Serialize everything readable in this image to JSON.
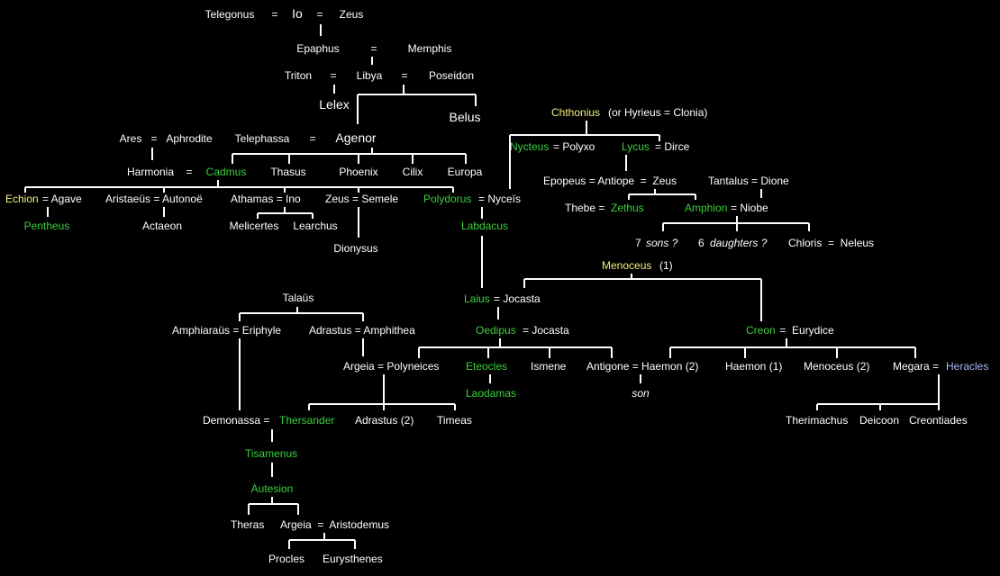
{
  "colors": {
    "background": "#000000",
    "default": "#ffffff",
    "green": "#3ccf3c",
    "yellow": "#f0f07a",
    "blue": "#a8b4f0"
  },
  "labels": [
    {
      "id": "telegonus",
      "text": "Telegonus",
      "color": "default"
    },
    {
      "id": "eq-telegonus-io",
      "text": "=",
      "color": "default"
    },
    {
      "id": "io",
      "text": "Io",
      "color": "default",
      "size": "lg"
    },
    {
      "id": "eq-io-zeus",
      "text": "=",
      "color": "default"
    },
    {
      "id": "zeus-top",
      "text": "Zeus",
      "color": "default"
    },
    {
      "id": "epaphus",
      "text": "Epaphus",
      "color": "default"
    },
    {
      "id": "eq-epaphus",
      "text": "=",
      "color": "default"
    },
    {
      "id": "memphis",
      "text": "Memphis",
      "color": "default"
    },
    {
      "id": "triton",
      "text": "Triton",
      "color": "default"
    },
    {
      "id": "eq-triton",
      "text": "=",
      "color": "default"
    },
    {
      "id": "libya",
      "text": "Libya",
      "color": "default"
    },
    {
      "id": "eq-libya",
      "text": "=",
      "color": "default"
    },
    {
      "id": "poseidon",
      "text": "Poseidon",
      "color": "default"
    },
    {
      "id": "lelex",
      "text": "Lelex",
      "color": "default",
      "size": "lg"
    },
    {
      "id": "belus",
      "text": "Belus",
      "color": "default",
      "size": "lg"
    },
    {
      "id": "ares",
      "text": "Ares",
      "color": "default"
    },
    {
      "id": "eq-ares",
      "text": "=",
      "color": "default"
    },
    {
      "id": "aphrodite",
      "text": "Aphrodite",
      "color": "default"
    },
    {
      "id": "telephassa",
      "text": "Telephassa",
      "color": "default"
    },
    {
      "id": "eq-telephassa",
      "text": "=",
      "color": "default"
    },
    {
      "id": "agenor",
      "text": "Agenor",
      "color": "default",
      "size": "lg"
    },
    {
      "id": "harmonia",
      "text": "Harmonia",
      "color": "default"
    },
    {
      "id": "eq-harmonia",
      "text": "=",
      "color": "default"
    },
    {
      "id": "cadmus",
      "text": "Cadmus",
      "color": "green"
    },
    {
      "id": "thasus",
      "text": "Thasus",
      "color": "default"
    },
    {
      "id": "phoenix",
      "text": "Phoenix",
      "color": "default"
    },
    {
      "id": "cilix",
      "text": "Cilix",
      "color": "default"
    },
    {
      "id": "europa",
      "text": "Europa",
      "color": "default"
    },
    {
      "id": "echion",
      "text": "Echion",
      "color": "yellow"
    },
    {
      "id": "eq-agave",
      "text": "= Agave",
      "color": "default"
    },
    {
      "id": "aristaeus",
      "text": "Aristaeüs = Autonoë",
      "color": "default"
    },
    {
      "id": "athamas",
      "text": "Athamas = Ino",
      "color": "default"
    },
    {
      "id": "zeus-semele",
      "text": "Zeus = Semele",
      "color": "default"
    },
    {
      "id": "polydorus",
      "text": "Polydorus",
      "color": "green"
    },
    {
      "id": "eq-nyceis",
      "text": "= Nyceïs",
      "color": "default"
    },
    {
      "id": "pentheus",
      "text": "Pentheus",
      "color": "green"
    },
    {
      "id": "actaeon",
      "text": "Actaeon",
      "color": "default"
    },
    {
      "id": "melicertes",
      "text": "Melicertes",
      "color": "default"
    },
    {
      "id": "learchus",
      "text": "Learchus",
      "color": "default"
    },
    {
      "id": "dionysus",
      "text": "Dionysus",
      "color": "default"
    },
    {
      "id": "labdacus",
      "text": "Labdacus",
      "color": "green"
    },
    {
      "id": "chthonius",
      "text": "Chthonius",
      "color": "yellow"
    },
    {
      "id": "hyrieus",
      "text": "(or Hyrieus = Clonia)",
      "color": "default"
    },
    {
      "id": "nycteus",
      "text": "Nycteus",
      "color": "green"
    },
    {
      "id": "eq-polyxo",
      "text": "= Polyxo",
      "color": "default"
    },
    {
      "id": "lycus",
      "text": "Lycus",
      "color": "green"
    },
    {
      "id": "eq-dirce",
      "text": "= Dirce",
      "color": "default"
    },
    {
      "id": "epopeus",
      "text": "Epopeus = Antiope  =  Zeus",
      "color": "default"
    },
    {
      "id": "tantalus",
      "text": "Tantalus = Dione",
      "color": "default"
    },
    {
      "id": "thebe",
      "text": "Thebe =",
      "color": "default"
    },
    {
      "id": "zethus",
      "text": "Zethus",
      "color": "green"
    },
    {
      "id": "amphion",
      "text": "Amphion",
      "color": "green"
    },
    {
      "id": "eq-niobe",
      "text": "= Niobe",
      "color": "default"
    },
    {
      "id": "sons-num",
      "text": "7",
      "color": "default"
    },
    {
      "id": "sons",
      "text": "sons ?",
      "color": "default",
      "style": "it"
    },
    {
      "id": "daughters-num",
      "text": "6",
      "color": "default"
    },
    {
      "id": "daughters",
      "text": "daughters ?",
      "color": "default",
      "style": "it"
    },
    {
      "id": "chloris",
      "text": "Chloris  =  Neleus",
      "color": "default"
    },
    {
      "id": "menoceus1",
      "text": "Menoceus",
      "color": "yellow"
    },
    {
      "id": "menoceus1-num",
      "text": "(1)",
      "color": "default"
    },
    {
      "id": "talaus",
      "text": "Talaüs",
      "color": "default"
    },
    {
      "id": "laius",
      "text": "Laius",
      "color": "green"
    },
    {
      "id": "eq-jocasta1",
      "text": "= Jocasta",
      "color": "default"
    },
    {
      "id": "amphiaraus",
      "text": "Amphiaraüs = Eriphyle",
      "color": "default"
    },
    {
      "id": "adrastus",
      "text": "Adrastus = Amphithea",
      "color": "default"
    },
    {
      "id": "oedipus",
      "text": "Oedipus",
      "color": "green"
    },
    {
      "id": "eq-jocasta2",
      "text": "= Jocasta",
      "color": "default"
    },
    {
      "id": "creon",
      "text": "Creon",
      "color": "green"
    },
    {
      "id": "eq-eurydice",
      "text": " =  Eurydice",
      "color": "default"
    },
    {
      "id": "argeia-poly",
      "text": "Argeia = Polyneices",
      "color": "default"
    },
    {
      "id": "eteocles",
      "text": "Eteocles",
      "color": "green"
    },
    {
      "id": "ismene",
      "text": "Ismene",
      "color": "default"
    },
    {
      "id": "antigone",
      "text": "Antigone = Haemon (2)",
      "color": "default"
    },
    {
      "id": "haemon1",
      "text": "Haemon (1)",
      "color": "default"
    },
    {
      "id": "menoceus2",
      "text": "Menoceus (2)",
      "color": "default"
    },
    {
      "id": "megara",
      "text": "Megara =",
      "color": "default"
    },
    {
      "id": "heracles",
      "text": "Heracles",
      "color": "blue"
    },
    {
      "id": "laodamas",
      "text": "Laodamas",
      "color": "green"
    },
    {
      "id": "son",
      "text": "son",
      "color": "default",
      "style": "it"
    },
    {
      "id": "demonassa",
      "text": "Demonassa =",
      "color": "default"
    },
    {
      "id": "thersander",
      "text": "Thersander",
      "color": "green"
    },
    {
      "id": "adrastus2",
      "text": "Adrastus (2)",
      "color": "default"
    },
    {
      "id": "timeas",
      "text": "Timeas",
      "color": "default"
    },
    {
      "id": "therimachus",
      "text": "Therimachus",
      "color": "default"
    },
    {
      "id": "deicoon",
      "text": "Deicoon",
      "color": "default"
    },
    {
      "id": "creontiades",
      "text": "Creontiades",
      "color": "default"
    },
    {
      "id": "tisamenus",
      "text": "Tisamenus",
      "color": "green"
    },
    {
      "id": "autesion",
      "text": "Autesion",
      "color": "green"
    },
    {
      "id": "theras",
      "text": "Theras",
      "color": "default"
    },
    {
      "id": "argeia-aristo",
      "text": "Argeia  =  Aristodemus",
      "color": "default"
    },
    {
      "id": "procles",
      "text": "Procles",
      "color": "default"
    },
    {
      "id": "eurysthenes",
      "text": "Eurysthenes",
      "color": "default"
    }
  ]
}
